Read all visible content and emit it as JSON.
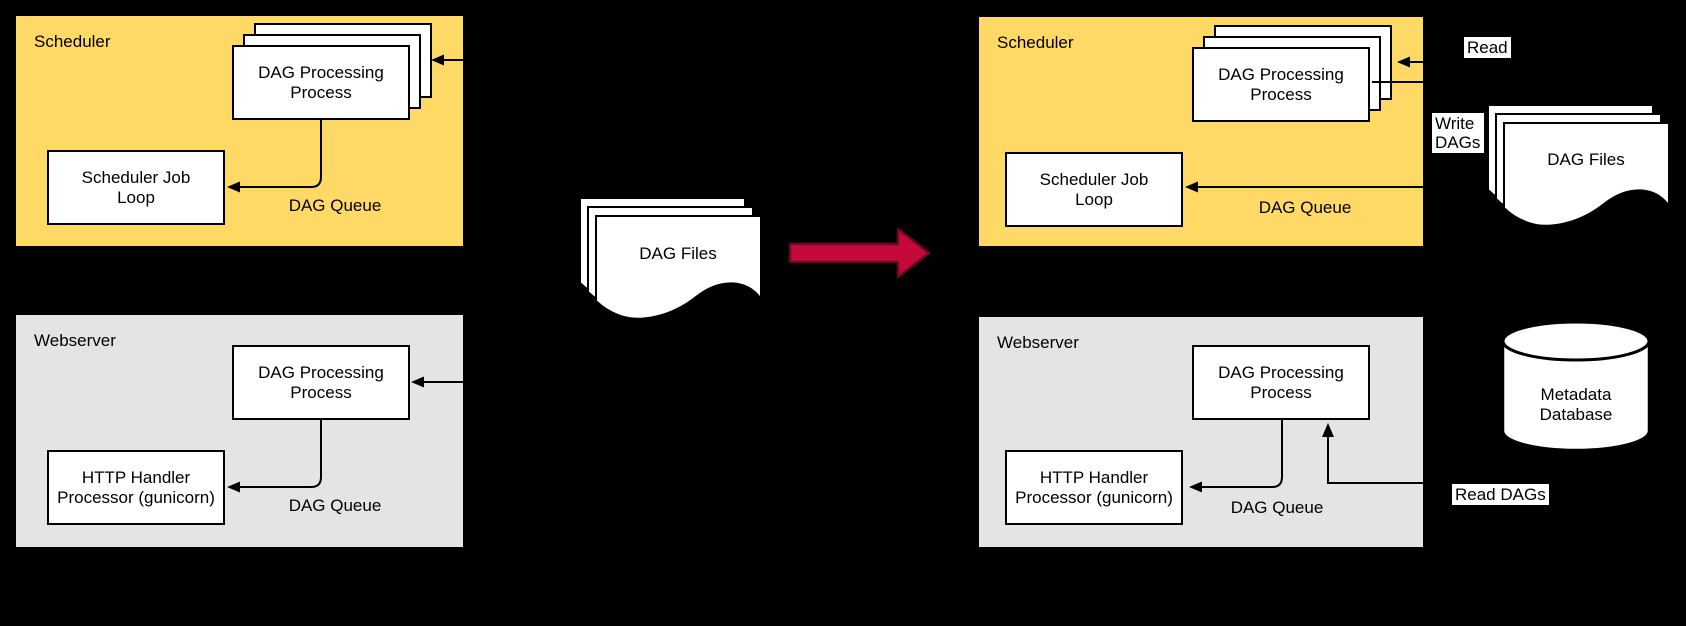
{
  "colors": {
    "background": "#000000",
    "scheduler_fill": "#FFD966",
    "webserver_fill": "#E4E4E4",
    "node_fill": "#FFFFFF",
    "stroke": "#000000",
    "big_arrow_fill": "#C5093B",
    "big_arrow_stroke": "#6E0A1E",
    "label_bg": "#FFFFFF"
  },
  "left": {
    "scheduler": {
      "title": "Scheduler",
      "processing": "DAG Processing Process",
      "job_loop": "Scheduler Job Loop",
      "queue": "DAG Queue"
    },
    "webserver": {
      "title": "Webserver",
      "processing": "DAG Processing Process",
      "handler": "HTTP Handler Processor (gunicorn)",
      "queue": "DAG Queue"
    }
  },
  "middle": {
    "dag_files": "DAG Files"
  },
  "right": {
    "scheduler": {
      "title": "Scheduler",
      "processing": "DAG Processing Process",
      "job_loop": "Scheduler Job Loop",
      "queue": "DAG Queue"
    },
    "webserver": {
      "title": "Webserver",
      "processing": "DAG Processing Process",
      "handler": "HTTP Handler Processor (gunicorn)",
      "queue": "DAG Queue"
    },
    "dag_files": "DAG Files",
    "database": "Metadata Database",
    "read": "Read",
    "write_dags": "Write DAGs",
    "read_dags": "Read DAGs"
  }
}
